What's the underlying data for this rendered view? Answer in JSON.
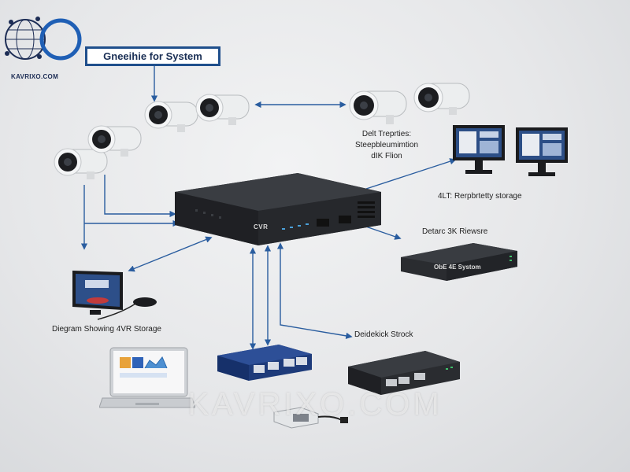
{
  "logo": {
    "icon": "network-globe-logo",
    "text": "KAVRIXO.COM"
  },
  "title": "Gneeihie for System",
  "labels": {
    "top_right_caption": [
      "Delt Treprties:",
      "Steepbleumimtion",
      "dIK Flion"
    ],
    "monitors_caption": "4LT: Rerpbrtetty storage",
    "storage_device_caption": "Detarc 3K Riewsre",
    "desktop_caption": "Diegram Showing 4VR Storage",
    "switch_caption": "Deidekick Strock"
  },
  "device_text": {
    "nvr_brand": "CVR",
    "storage_device_text": "ObE 4E Systom"
  },
  "watermark": "KAVRIXO.COM",
  "colors": {
    "accent": "#1f4f8c",
    "arrow": "#2a5d9f",
    "device_dark": "#26282b",
    "switch_blue": "#1e3b7a"
  }
}
